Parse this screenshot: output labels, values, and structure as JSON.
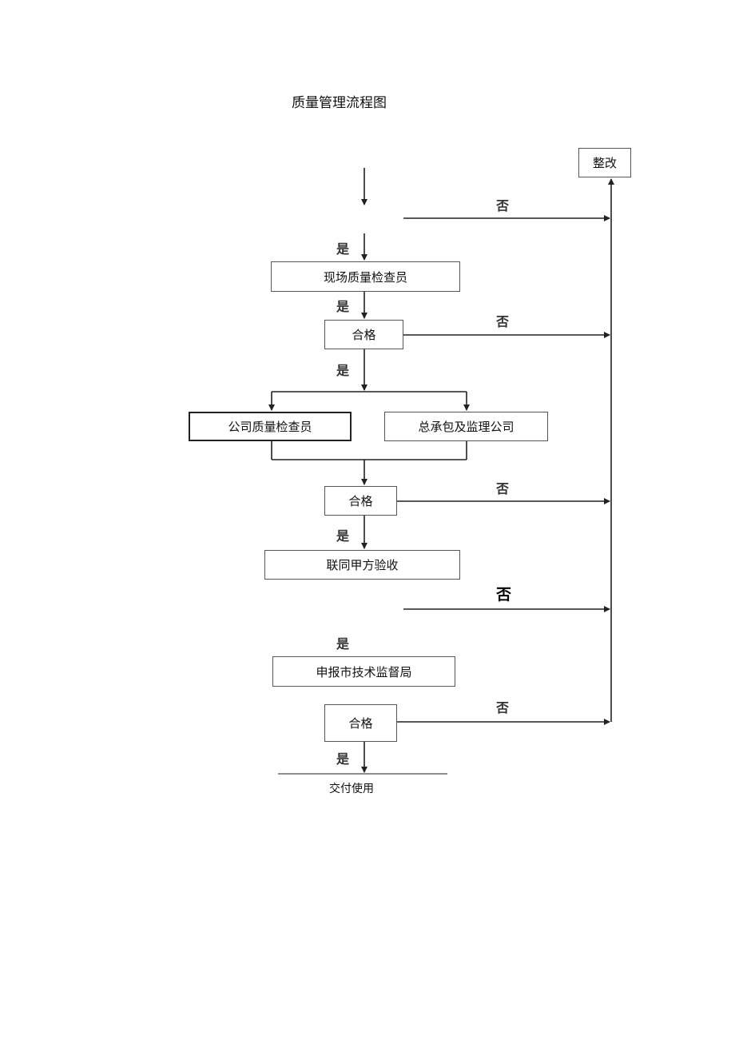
{
  "title": "质量管理流程图",
  "boxes": {
    "rectify": "整改",
    "site_inspector": "现场质量检查员",
    "pass1": "合格",
    "company_inspector": "公司质量检查员",
    "contractor_supervisor": "总承包及监理公司",
    "pass2": "合格",
    "owner_acceptance": "联同甲方验收",
    "report_bureau": "申报市技术监督局",
    "pass3": "合格"
  },
  "labels": {
    "yes": "是",
    "no": "否"
  },
  "final": "交付使用"
}
